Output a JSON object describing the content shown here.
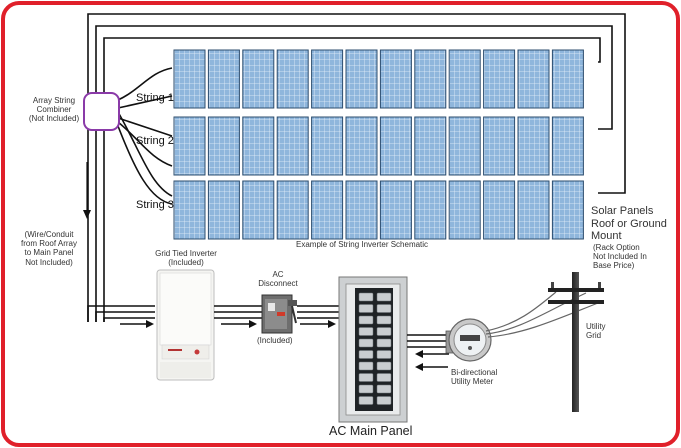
{
  "labels": {
    "combiner": [
      "Array String",
      "Combiner",
      "(Not Included)"
    ],
    "strings": [
      "String 1",
      "String 2",
      "String 3"
    ],
    "wire": [
      "(Wire/Conduit",
      "from Roof Array",
      "to Main Panel",
      "Not Included)"
    ],
    "example": "Example of String Inverter Schematic",
    "solar": [
      "Solar Panels",
      "Roof or Ground",
      "Mount"
    ],
    "rack": [
      "(Rack Option",
      "Not Included In",
      "Base Price)"
    ],
    "inverter": [
      "Grid Tied Inverter",
      "(Included)"
    ],
    "disconnect": [
      "AC",
      "Disconnect"
    ],
    "disconnect_included": "(Included)",
    "meter": [
      "Bi-directional",
      "Utility Meter"
    ],
    "utility": [
      "Utility",
      "Grid"
    ],
    "main_panel": "AC Main Panel"
  },
  "colors": {
    "frame": "#e0202a",
    "panel_fill": "#8fb6dc",
    "panel_cell_line": "#ffffff",
    "wire": "#111111",
    "combiner_border": "#8a3aa8"
  }
}
